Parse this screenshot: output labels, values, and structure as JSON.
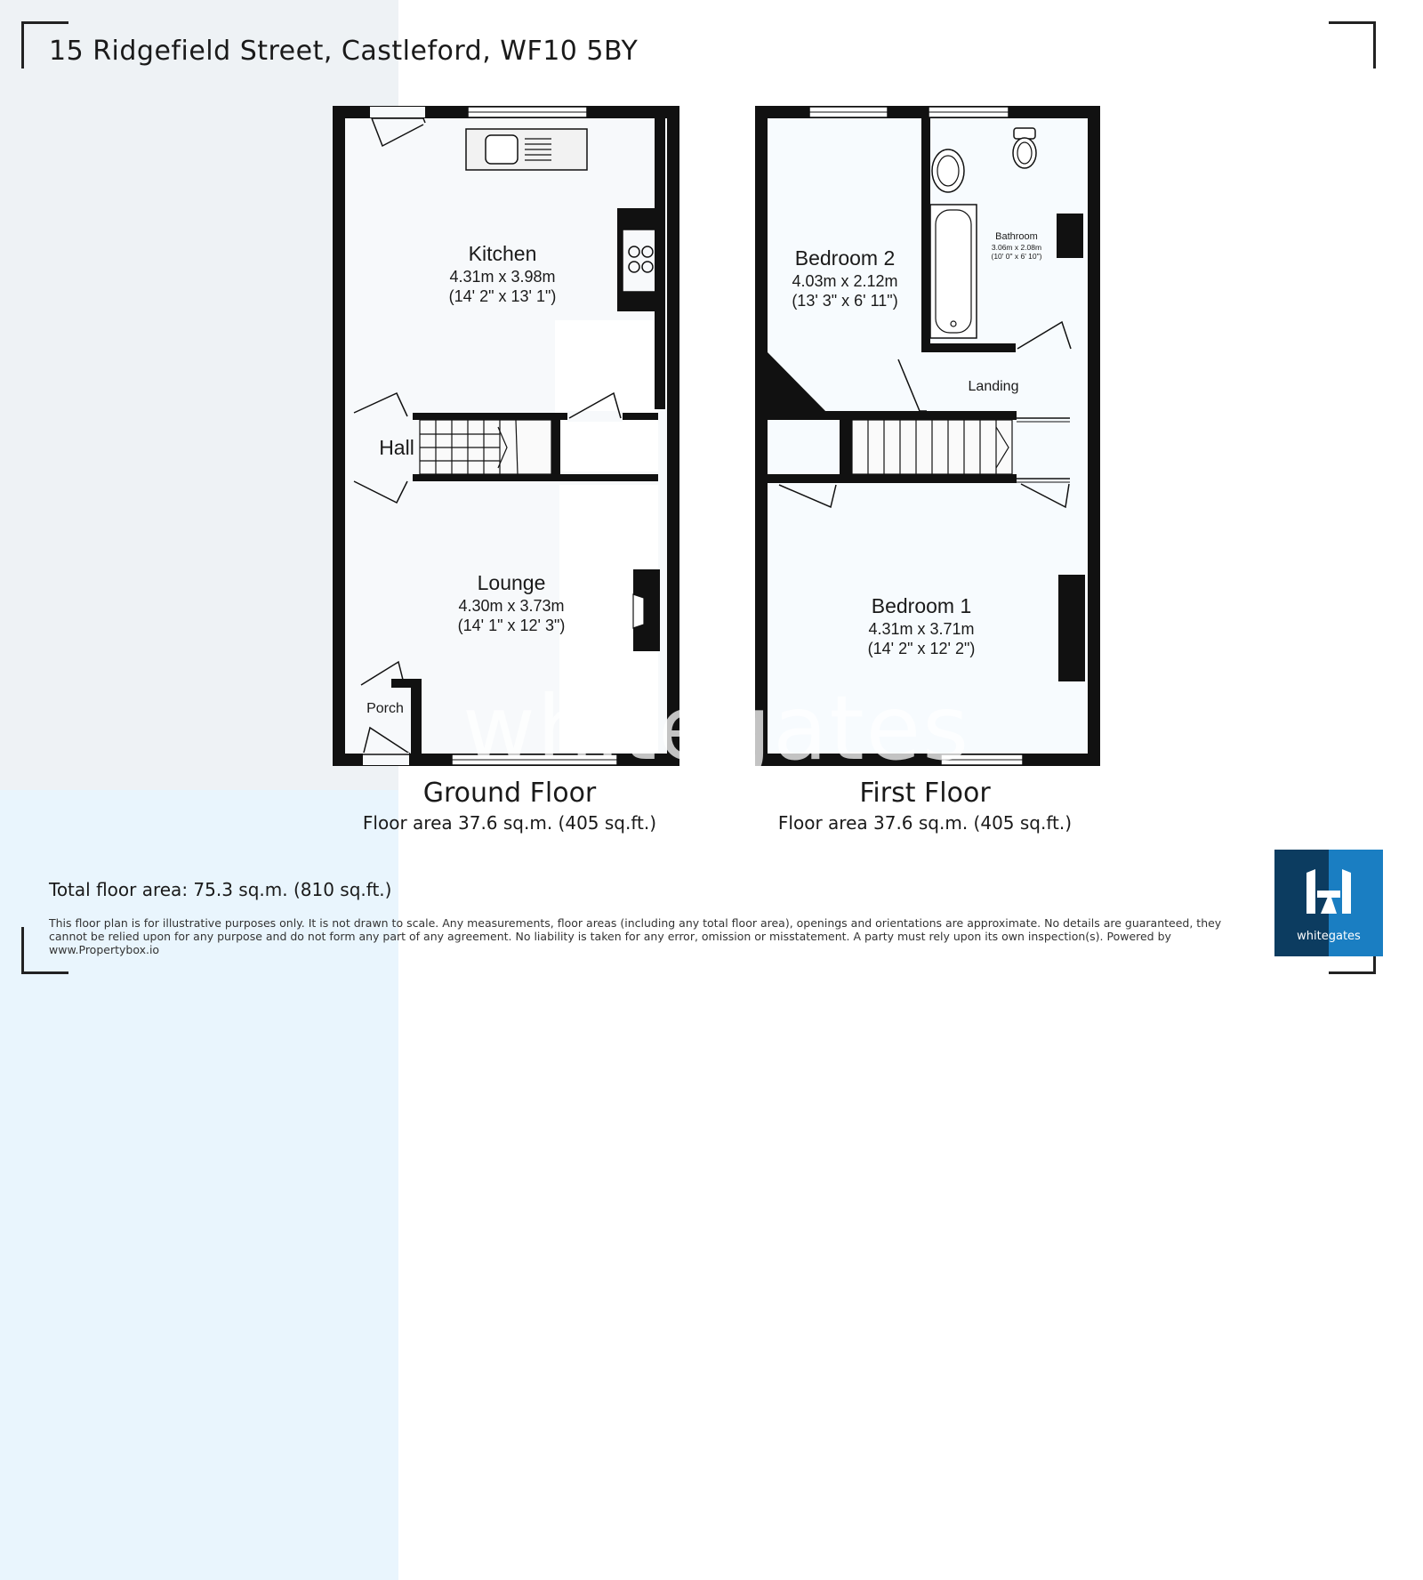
{
  "header": {
    "address": "15 Ridgefield Street, Castleford, WF10 5BY"
  },
  "ground_floor": {
    "name": "Ground Floor",
    "area": "Floor area 37.6 sq.m. (405 sq.ft.)",
    "rooms": {
      "kitchen": {
        "name": "Kitchen",
        "metric": "4.31m x 3.98m",
        "imperial": "(14' 2\" x 13' 1\")"
      },
      "hall": {
        "name": "Hall"
      },
      "lounge": {
        "name": "Lounge",
        "metric": "4.30m x 3.73m",
        "imperial": "(14' 1\" x 12' 3\")"
      },
      "porch": {
        "name": "Porch"
      }
    }
  },
  "first_floor": {
    "name": "First Floor",
    "area": "Floor area 37.6 sq.m. (405 sq.ft.)",
    "rooms": {
      "bedroom2": {
        "name": "Bedroom 2",
        "metric": "4.03m x 2.12m",
        "imperial": "(13' 3\" x 6' 11\")"
      },
      "bathroom": {
        "name": "Bathroom",
        "metric": "3.06m x 2.08m",
        "imperial": "(10' 0\" x 6' 10\")"
      },
      "landing": {
        "name": "Landing"
      },
      "bedroom1": {
        "name": "Bedroom 1",
        "metric": "4.31m x 3.71m",
        "imperial": "(14' 2\" x 12' 2\")"
      }
    }
  },
  "watermark": "whitegates",
  "footer": {
    "total_area": "Total floor area: 75.3 sq.m. (810 sq.ft.)",
    "disclaimer": "This floor plan is for illustrative purposes only. It is not drawn to scale. Any measurements, floor areas (including any total floor area), openings and orientations are approximate. No details are guaranteed, they cannot be relied upon for any purpose and do not form any part of any agreement. No liability is taken for any error, omission or misstatement. A party must rely upon its own inspection(s). Powered by www.Propertybox.io"
  },
  "logo": {
    "wordmark": "whitegates"
  },
  "colors": {
    "ground_floor_panel": "#eef2f5",
    "first_floor_panel": "#e9f5fd",
    "wall": "#111111",
    "logo_dark": "#0c3c60",
    "logo_light": "#1a7ec2"
  }
}
